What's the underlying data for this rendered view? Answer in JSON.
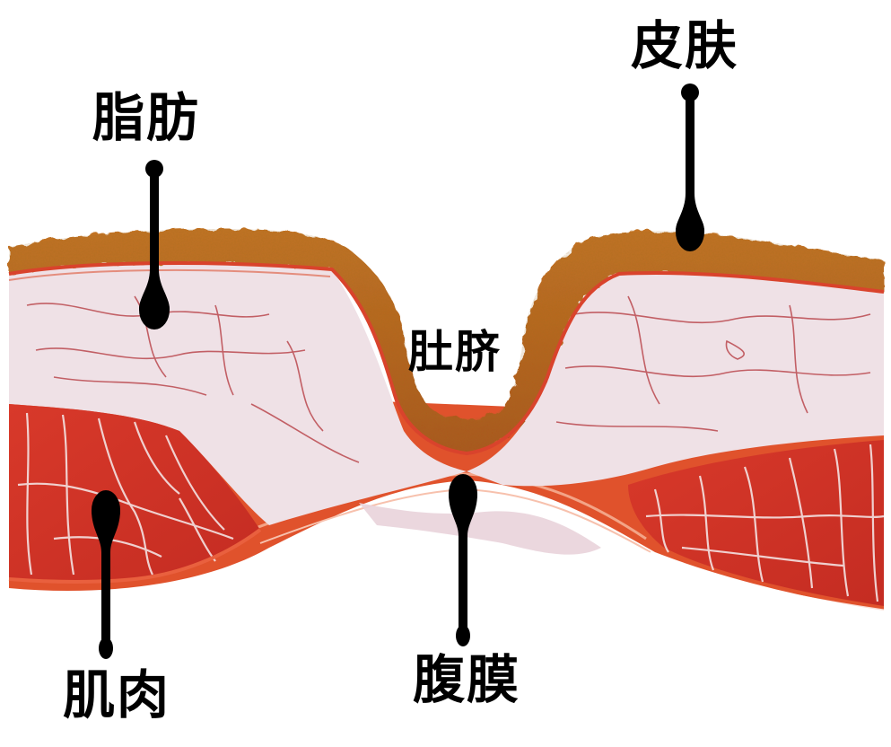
{
  "diagram": {
    "subject": "Umbilicus histological cross-section",
    "labels": {
      "fat": "脂肪",
      "skin": "皮肤",
      "navel": "肚脐",
      "muscle": "肌肉",
      "peritoneum": "腹膜"
    },
    "colors": {
      "background": "#ffffff",
      "skin": "#b8651c",
      "skin_dark": "#9a4f14",
      "fat": "#efe1e6",
      "fat_vessel": "#b3343a",
      "muscle": "#cf3226",
      "muscle_septa": "#f4e2e2",
      "fascia": "#e0522c",
      "pointer": "#000000",
      "text": "#000000"
    }
  }
}
